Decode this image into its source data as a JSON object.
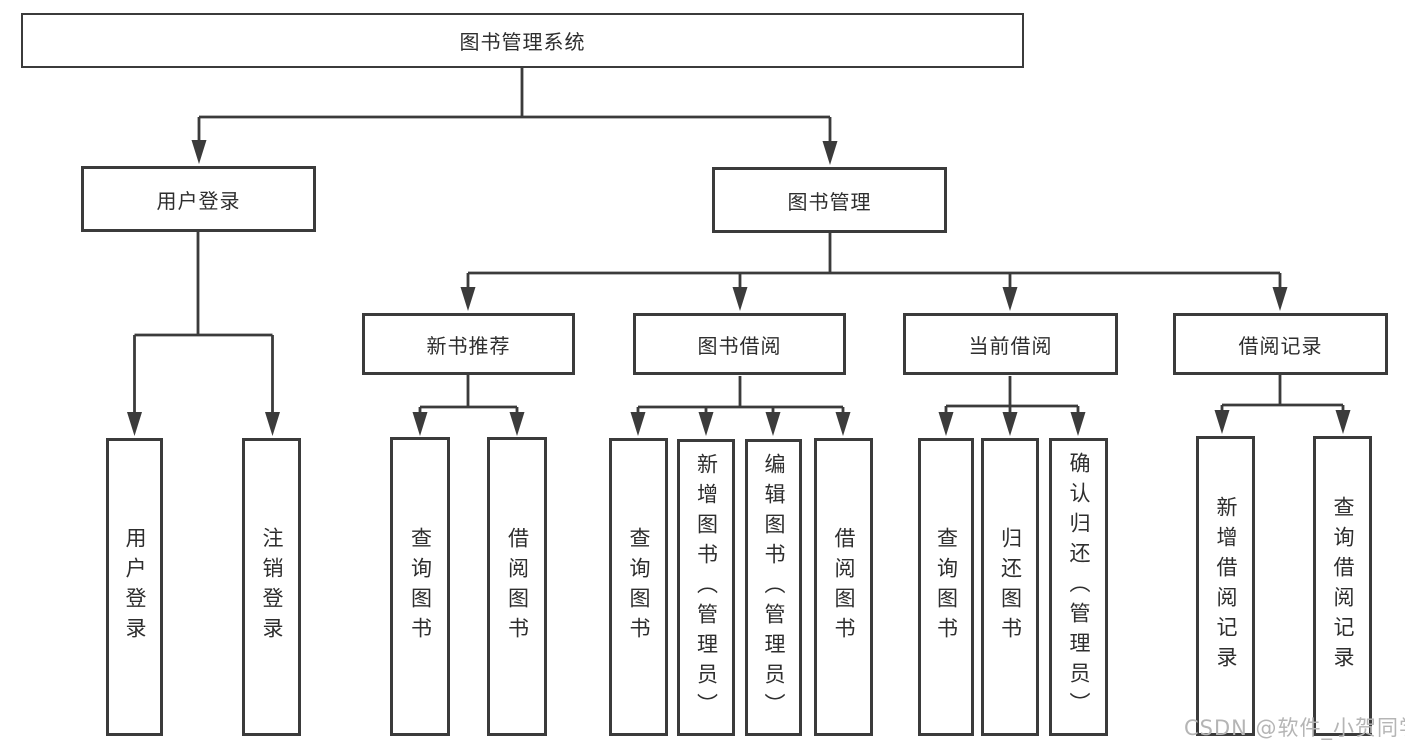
{
  "tree": {
    "root": {
      "label": "图书管理系统"
    },
    "user_login": {
      "label": "用户登录",
      "children": [
        {
          "label": "用户登录"
        },
        {
          "label": "注销登录"
        }
      ]
    },
    "book_mgmt": {
      "label": "图书管理",
      "modules": [
        {
          "label": "新书推荐",
          "children": [
            {
              "label": "查询图书"
            },
            {
              "label": "借阅图书"
            }
          ]
        },
        {
          "label": "图书借阅",
          "children": [
            {
              "label": "查询图书"
            },
            {
              "label": "新增图书（管理员）"
            },
            {
              "label": "编辑图书（管理员）"
            },
            {
              "label": "借阅图书"
            }
          ]
        },
        {
          "label": "当前借阅",
          "children": [
            {
              "label": "查询图书"
            },
            {
              "label": "归还图书"
            },
            {
              "label": "确认归还（管理员）"
            }
          ]
        },
        {
          "label": "借阅记录",
          "children": [
            {
              "label": "新增借阅记录"
            },
            {
              "label": "查询借阅记录"
            }
          ]
        }
      ]
    }
  },
  "watermark": {
    "text": "CSDN @软件_小贺同学"
  },
  "colors": {
    "line": "#3b3b3b",
    "box_border": "#3b3b3b",
    "text": "#2e2e2e",
    "watermark": "#b5b5b5",
    "background": "#ffffff"
  }
}
